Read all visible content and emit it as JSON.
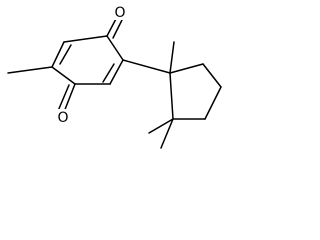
{
  "molecule": {
    "atoms": [
      {
        "id": "o1",
        "symbol": "O"
      },
      {
        "id": "o2",
        "symbol": "O"
      }
    ]
  },
  "colors": {
    "bond": "#000000",
    "background": "#ffffff"
  }
}
